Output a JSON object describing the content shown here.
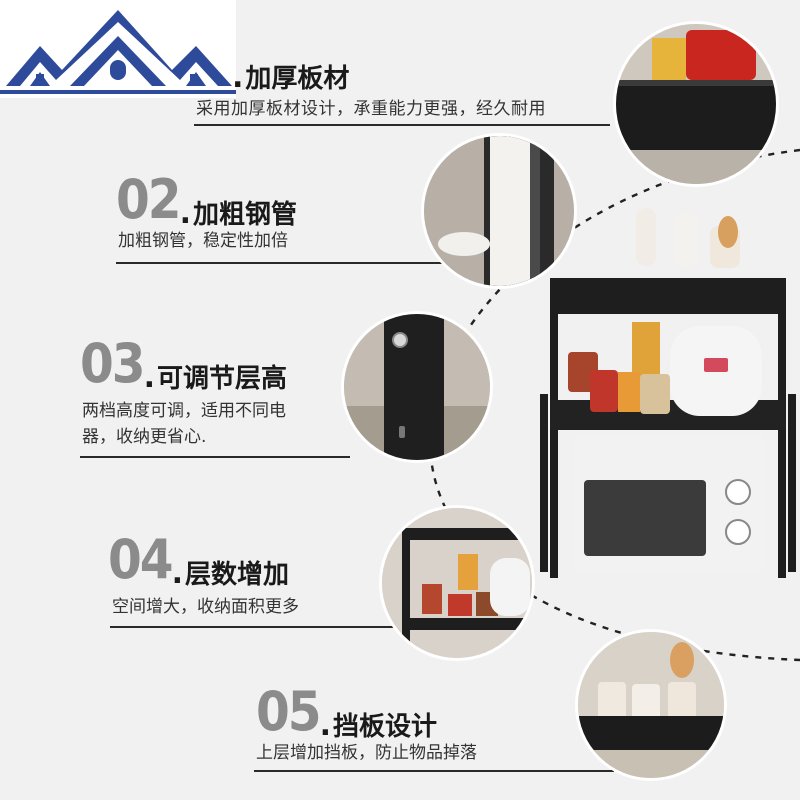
{
  "features": [
    {
      "number": "",
      "title": "加厚板材",
      "description": [
        "采用加厚板材设计，承重能力更强，经久耐用"
      ]
    },
    {
      "number": "02",
      "title": "加粗钢管",
      "description": [
        "加粗钢管，稳定性加倍"
      ]
    },
    {
      "number": "03",
      "title": "可调节层高",
      "description": [
        "两档高度可调，适用不同电",
        "器，收纳更省心."
      ]
    },
    {
      "number": "04",
      "title": "层数增加",
      "description": [
        "空间增大，收纳面积更多"
      ]
    },
    {
      "number": "05",
      "title": "挡板设计",
      "description": [
        "上层增加挡板，防止物品掉落"
      ]
    }
  ],
  "colors": {
    "logo_blue": "#2e4a9a",
    "rack_black": "#1e1e1e",
    "accent_text": "#1a1a1a",
    "number_gray": "#8b8b8b"
  },
  "icons": [
    "house-logo-icon"
  ]
}
